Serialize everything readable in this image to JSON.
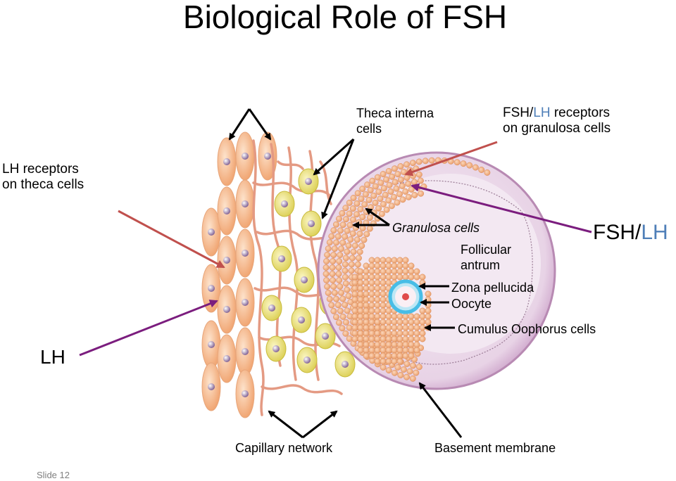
{
  "title": "Biological Role of FSH",
  "labels": {
    "theca_interna": [
      "Theca interna",
      "cells"
    ],
    "fsh_lh_receptors": {
      "fsh": "FSH",
      "slash": "/",
      "lh": "LH",
      "rest": " receptors",
      "line2": "on granulosa cells"
    },
    "lh_receptors": [
      "LH receptors",
      "on theca cells"
    ],
    "granulosa": "Granulosa cells",
    "follicular_antrum": [
      "Follicular",
      "antrum"
    ],
    "zona_pellucida": "Zona pellucida",
    "oocyte": "Oocyte",
    "cumulus": "Cumulus Oophorus cells",
    "fsh_lh_big": {
      "fsh": "FSH",
      "slash": "/",
      "lh": "LH"
    },
    "lh_big": "LH",
    "capillary": "Capillary network",
    "basement": "Basement membrane"
  },
  "slide_number": "Slide 12",
  "colors": {
    "theca_cell": "#f5b98e",
    "theca_yellow": "#eee58a",
    "granulosa": "#f2b48c",
    "follicle": "#e8cfe3",
    "follicle_rim": "#b98ab5",
    "capillary": "#e9a48f",
    "zona": "#5fc4e8",
    "red_arrow": "#c0504d",
    "purple_arrow": "#7b1d7e",
    "lh_blue": "#4f7fb8"
  }
}
